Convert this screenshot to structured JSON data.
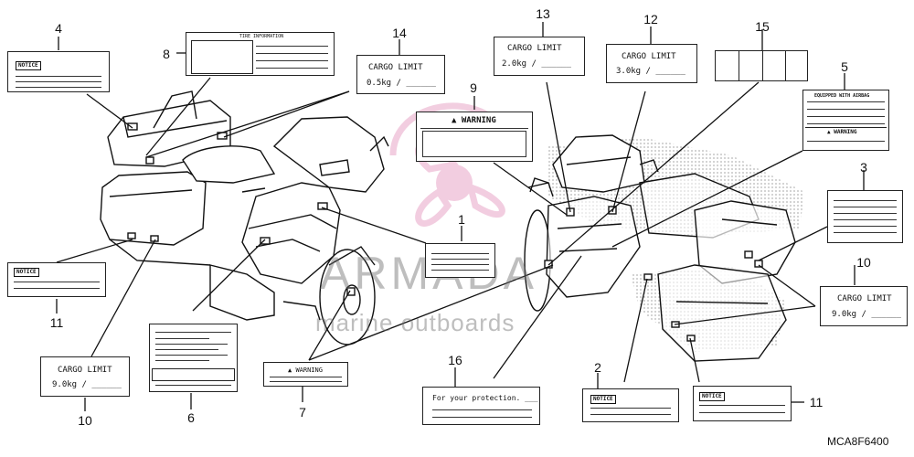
{
  "callouts": {
    "n1": "1",
    "n2": "2",
    "n3": "3",
    "n4": "4",
    "n5": "5",
    "n6": "6",
    "n7": "7",
    "n8": "8",
    "n9": "9",
    "n10a": "10",
    "n10b": "10",
    "n11a": "11",
    "n11b": "11",
    "n12": "12",
    "n13": "13",
    "n14": "14",
    "n15": "15",
    "n16": "16"
  },
  "labels": {
    "cargo_limit": "CARGO LIMIT",
    "cargo_2kg": "2.0kg  /  ______",
    "cargo_3kg": "3.0kg  /  ______",
    "cargo_05kg": "0.5kg  /  ______",
    "cargo_9kg": "9.0kg  /  ______",
    "warning": "WARNING",
    "notice": "NOTICE",
    "tire_info": "TIRE INFORMATION",
    "equipped_airbag": "EQUIPPED WITH AIRBAG",
    "protection": "For your protection.  ___"
  },
  "watermark": {
    "brand": "ARMADA",
    "tagline": "marine outboards"
  },
  "diagram_code": "MCA8F6400"
}
